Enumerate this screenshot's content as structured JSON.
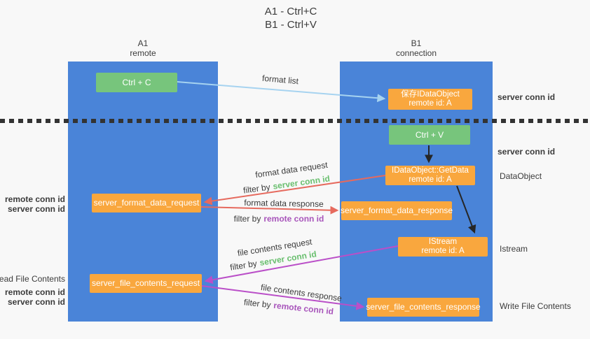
{
  "title": {
    "line1": "A1 - Ctrl+C",
    "line2": "B1 - Ctrl+V"
  },
  "columns": {
    "left": {
      "name": "A1",
      "role": "remote"
    },
    "right": {
      "name": "B1",
      "role": "connection"
    }
  },
  "boxes": {
    "ctrl_c": {
      "label": "Ctrl + C"
    },
    "save_dataobject": {
      "line1": "保存IDataObject",
      "line2": "remote id: A"
    },
    "ctrl_v": {
      "label": "Ctrl + V"
    },
    "getdata": {
      "line1": "IDataObject::GetData",
      "line2": "remote id: A"
    },
    "istream": {
      "line1": "IStream",
      "line2": "remote id: A"
    },
    "format_request": {
      "label": "server_format_data_request"
    },
    "format_response": {
      "label": "server_format_data_response"
    },
    "file_request": {
      "label": "server_file_contents_request"
    },
    "file_response": {
      "label": "server_file_contents_response"
    }
  },
  "flow_labels": {
    "format_list": "format list",
    "format_data_request": "format data request",
    "format_data_response": "format data response",
    "file_contents_request": "file contents request",
    "file_contents_response": "file contents response",
    "filter_by": "filter by",
    "server_conn_id": "server conn id",
    "remote_conn_id": "remote conn id"
  },
  "side_labels": {
    "right_server_conn_id_top": "server conn id",
    "right_server_conn_id_mid": "server conn id",
    "dataobject": "DataObject",
    "istream": "Istream",
    "write_file_contents": "Write File Contents",
    "read_file_contents": "Read File Contents",
    "left_remote_conn_id_top": "remote conn id",
    "left_server_conn_id_top": "server conn id",
    "left_remote_conn_id_bottom": "remote conn id",
    "left_server_conn_id_bottom": "server conn id"
  },
  "colors": {
    "column_blue": "#4a84d8",
    "box_green": "#77c57c",
    "box_orange": "#f9a73e",
    "arrow_lightblue": "#a6d3f0",
    "arrow_red": "#e66a5e",
    "arrow_purple": "#ba4fc8",
    "arrow_black": "#262626",
    "text_green": "#6abf6f",
    "text_purple": "#a855bb",
    "background": "#f8f8f8"
  }
}
